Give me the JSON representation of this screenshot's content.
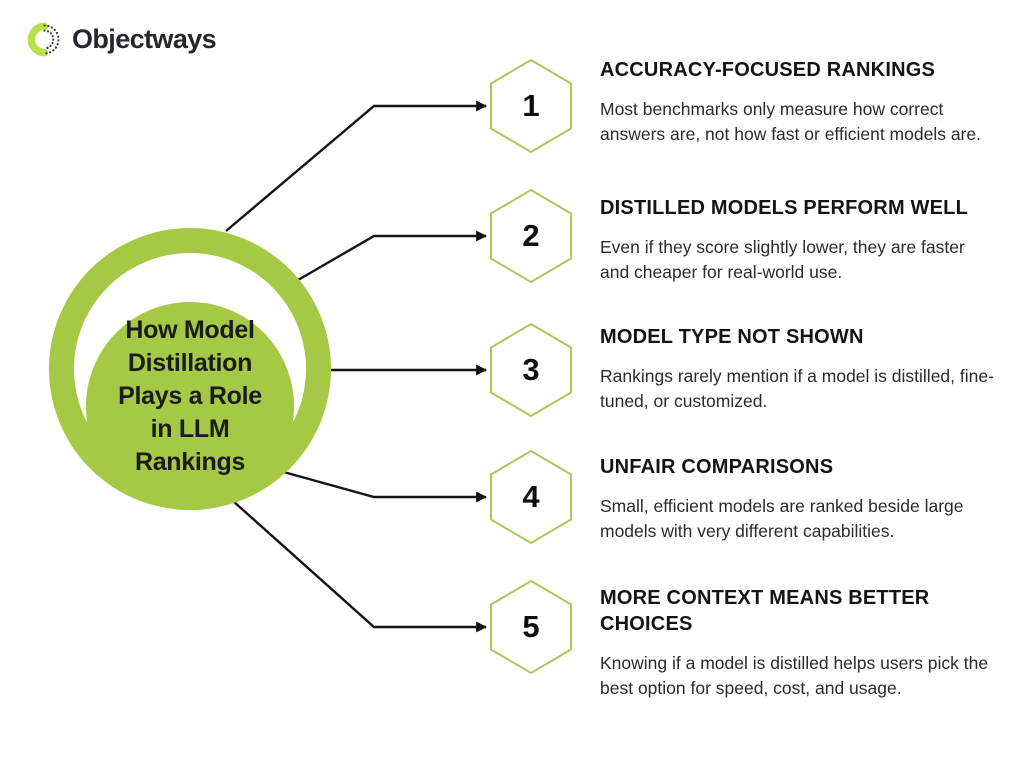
{
  "brand": {
    "name": "Objectways",
    "logo_icon": "objectways-ring-icon"
  },
  "center": {
    "text": "How Model Distillation Plays a Role in LLM Rankings",
    "lines": [
      "How Model",
      "Distillation",
      "Plays a Role",
      "in LLM",
      "Rankings"
    ]
  },
  "items": [
    {
      "number": "1",
      "title": "ACCURACY-FOCUSED RANKINGS",
      "description": "Most benchmarks only measure how correct answers are, not how fast or efficient models are."
    },
    {
      "number": "2",
      "title": "DISTILLED MODELS PERFORM WELL",
      "description": "Even if they score slightly lower, they are faster and cheaper for real-world use."
    },
    {
      "number": "3",
      "title": "MODEL TYPE NOT SHOWN",
      "description": "Rankings rarely mention if a model is distilled, fine-tuned, or customized."
    },
    {
      "number": "4",
      "title": "UNFAIR COMPARISONS",
      "description": "Small, efficient models are ranked beside large models with very different capabilities."
    },
    {
      "number": "5",
      "title": "MORE CONTEXT MEANS BETTER CHOICES",
      "description": "Knowing if a model is distilled helps users pick the best option for speed, cost, and usage."
    }
  ],
  "icons": {
    "logo": "objectways-ring-icon",
    "connector_arrow": "arrowhead-right-icon"
  },
  "colors": {
    "background": "#ffffff",
    "accent_green": "#a5c944",
    "logo_lime": "#b9e14a",
    "hexagon_border": "#a9c95b",
    "connector_black": "#141414",
    "title_text": "#141414",
    "body_text": "#2b2b2b",
    "circle_text": "#1b1b1b",
    "logo_text": "#26262e"
  }
}
